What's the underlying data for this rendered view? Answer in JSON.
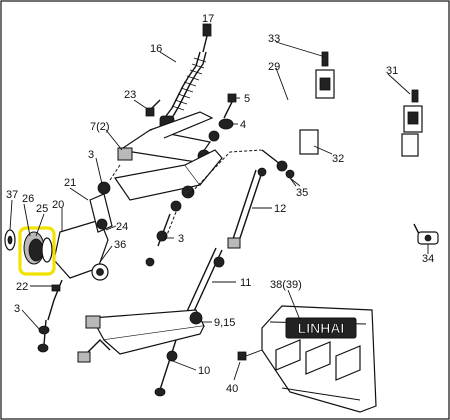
{
  "diagram": {
    "labels": {
      "l17": "17",
      "l16": "16",
      "l23": "23",
      "l7": "7(2)",
      "l5": "5",
      "l4": "4",
      "l3a": "3",
      "l21": "21",
      "l26": "26",
      "l25": "25",
      "l20": "20",
      "l37": "37",
      "l24": "24",
      "l36": "36",
      "l22": "22",
      "l3b": "3",
      "l3c": "3",
      "l33": "33",
      "l29": "29",
      "l31": "31",
      "l32": "32",
      "l35": "35",
      "l12": "12",
      "l34": "34",
      "l11": "11",
      "l38": "38(39)",
      "l915": "9,15",
      "l10": "10",
      "l40": "40"
    },
    "logo": "LINHAI",
    "highlight_color": "#f2e200"
  }
}
